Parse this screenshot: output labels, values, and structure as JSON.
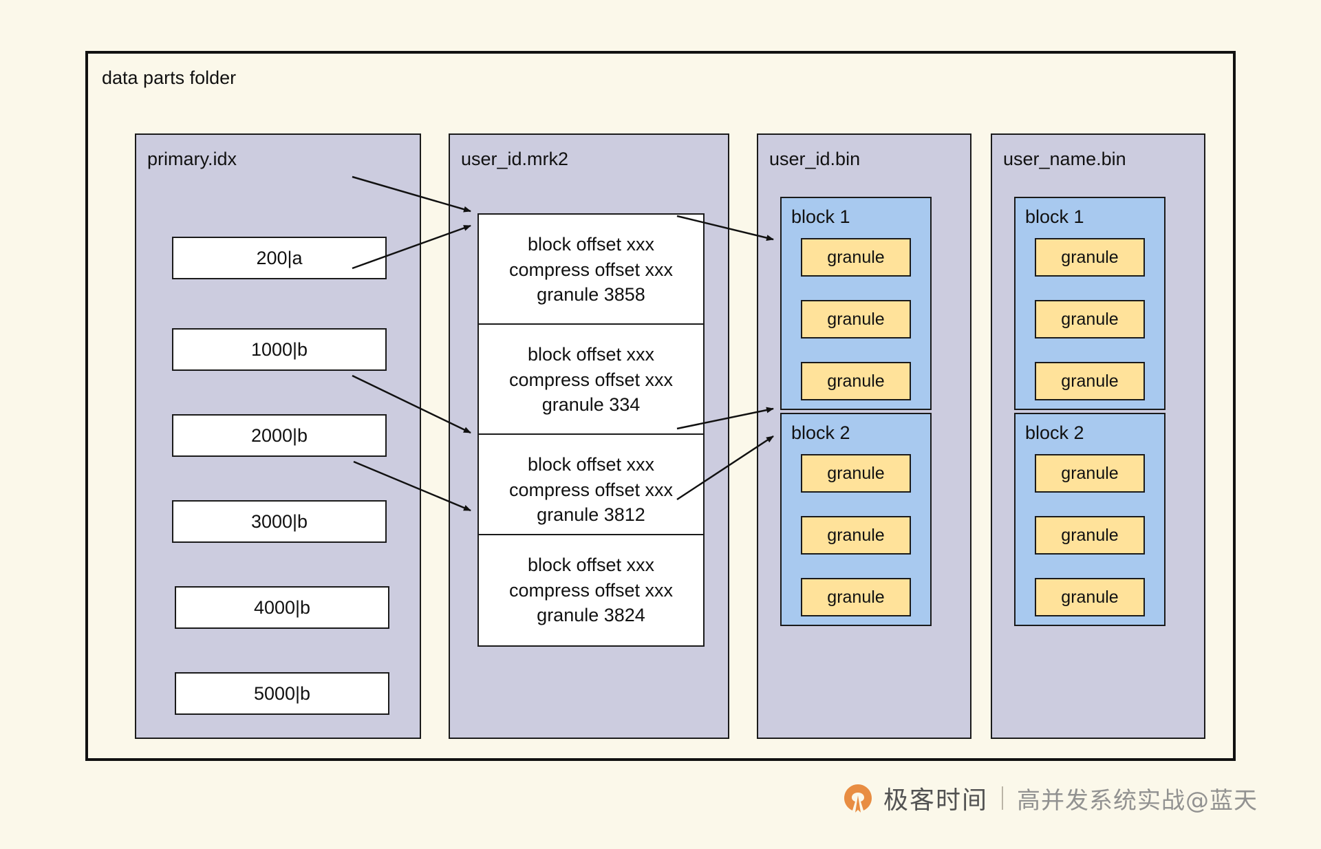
{
  "frame": {
    "title": "data parts folder"
  },
  "columns": {
    "primary_idx": {
      "title": "primary.idx",
      "entries": [
        {
          "label": "200|a"
        },
        {
          "label": "1000|b"
        },
        {
          "label": "2000|b"
        },
        {
          "label": "3000|b"
        },
        {
          "label": "4000|b"
        },
        {
          "label": "5000|b"
        }
      ]
    },
    "mrk2": {
      "title": "user_id.mrk2",
      "marks": [
        {
          "block_offset": "block offset xxx",
          "compress_offset": "compress offset xxx",
          "granule": "granule 3858"
        },
        {
          "block_offset": "block offset xxx",
          "compress_offset": "compress offset xxx",
          "granule": "granule 334"
        },
        {
          "block_offset": "block offset xxx",
          "compress_offset": "compress offset xxx",
          "granule": "granule 3812"
        },
        {
          "block_offset": "block offset xxx",
          "compress_offset": "compress offset xxx",
          "granule": "granule 3824"
        }
      ]
    },
    "user_id_bin": {
      "title": "user_id.bin",
      "blocks": [
        {
          "label": "block 1",
          "granules": [
            "granule",
            "granule",
            "granule"
          ]
        },
        {
          "label": "block 2",
          "granules": [
            "granule",
            "granule",
            "granule"
          ]
        }
      ]
    },
    "user_name_bin": {
      "title": "user_name.bin",
      "blocks": [
        {
          "label": "block 1",
          "granules": [
            "granule",
            "granule",
            "granule"
          ]
        },
        {
          "label": "block 2",
          "granules": [
            "granule",
            "granule",
            "granule"
          ]
        }
      ]
    }
  },
  "watermark": {
    "brand": "极客时间",
    "divider": "|",
    "course": "高并发系统实战@蓝天"
  },
  "colors": {
    "page_background": "#fbf8ea",
    "panel_fill": "#ccccdf",
    "entry_fill": "#ffffff",
    "block_fill": "#a8c9ef",
    "granule_fill": "#ffe29a",
    "stroke": "#1a1a1a",
    "logo_orange": "#e8883a"
  }
}
